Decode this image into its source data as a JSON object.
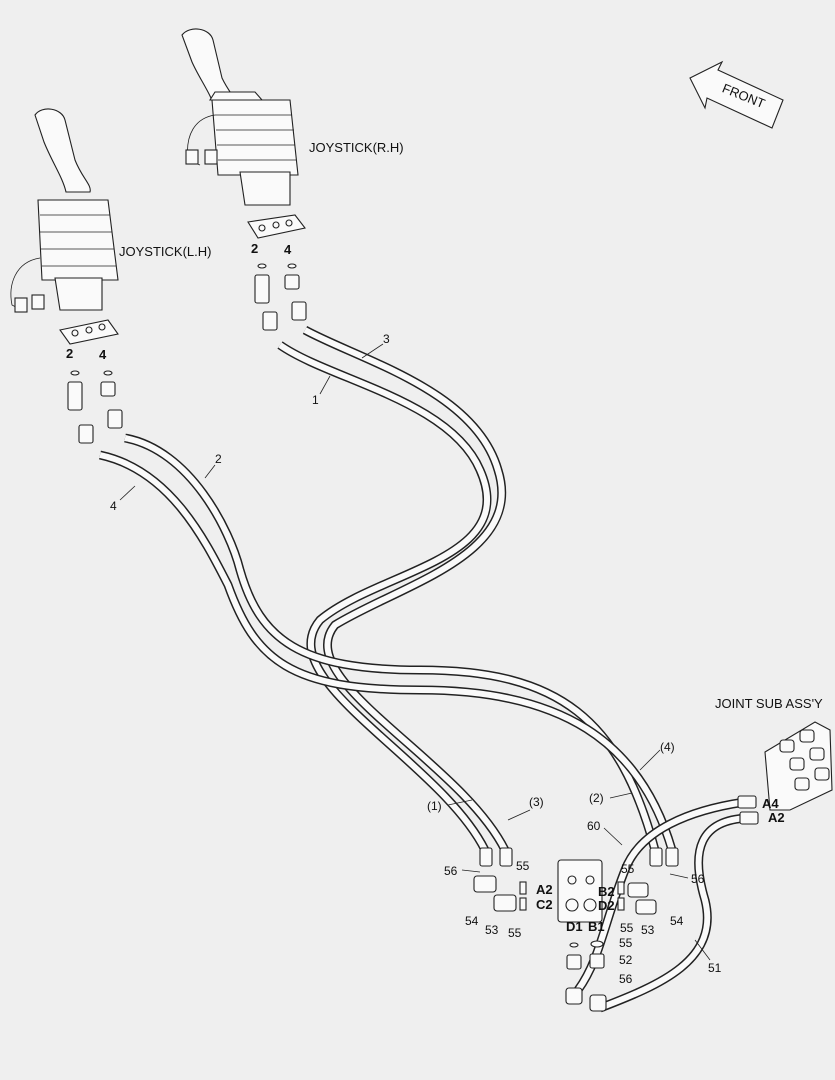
{
  "title_rh": "JOYSTICK(R.H)",
  "title_lh": "JOYSTICK(L.H)",
  "joint_label": "JOINT SUB ASS'Y",
  "front_label": "FRONT",
  "port_labels": {
    "lh_2": "2",
    "lh_4": "4",
    "rh_2": "2",
    "rh_4": "4",
    "A2": "A2",
    "C2": "C2",
    "B2": "B2",
    "D2": "D2",
    "D1": "D1",
    "B1": "B1",
    "A4": "A4",
    "A2_joint": "A2"
  },
  "callouts": {
    "c1": "1",
    "c3": "3",
    "c2": "2",
    "c4": "4",
    "p1": "(1)",
    "p3": "(3)",
    "p2": "(2)",
    "p4": "(4)",
    "n60": "60",
    "n51": "51",
    "n56a": "56",
    "n55a": "55",
    "n54a": "54",
    "n53a": "53",
    "n55b": "55",
    "n55c": "55",
    "n56b": "56",
    "n55d": "55",
    "n53b": "53",
    "n54b": "54",
    "n55e": "55",
    "n52": "52",
    "n56c": "56"
  }
}
